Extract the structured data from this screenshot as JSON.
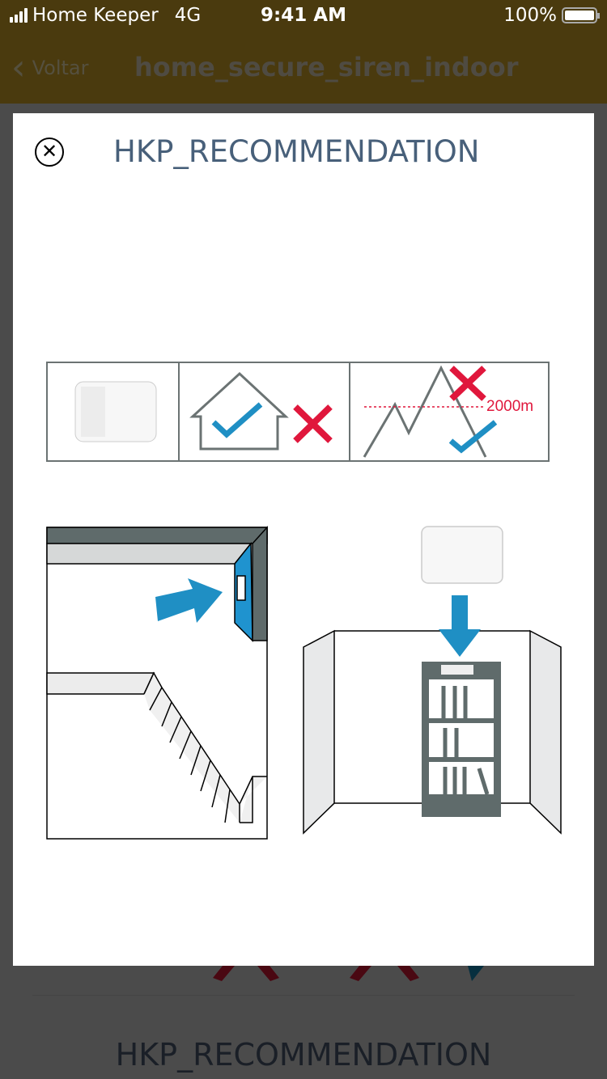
{
  "status_bar": {
    "carrier": "Home Keeper",
    "network": "4G",
    "time": "9:41 AM",
    "battery": "100%"
  },
  "nav": {
    "back_label": "Voltar",
    "title": "home_secure_siren_indoor"
  },
  "modal": {
    "title": "HKP_RECOMMENDATION",
    "altitude_label": "2000m"
  },
  "background": {
    "title": "HKP_RECOMMENDATION"
  },
  "colors": {
    "bar": "#4a3a0e",
    "accent_blue": "#1f8fc4",
    "cross_red": "#e0173c",
    "title": "#48607a"
  }
}
